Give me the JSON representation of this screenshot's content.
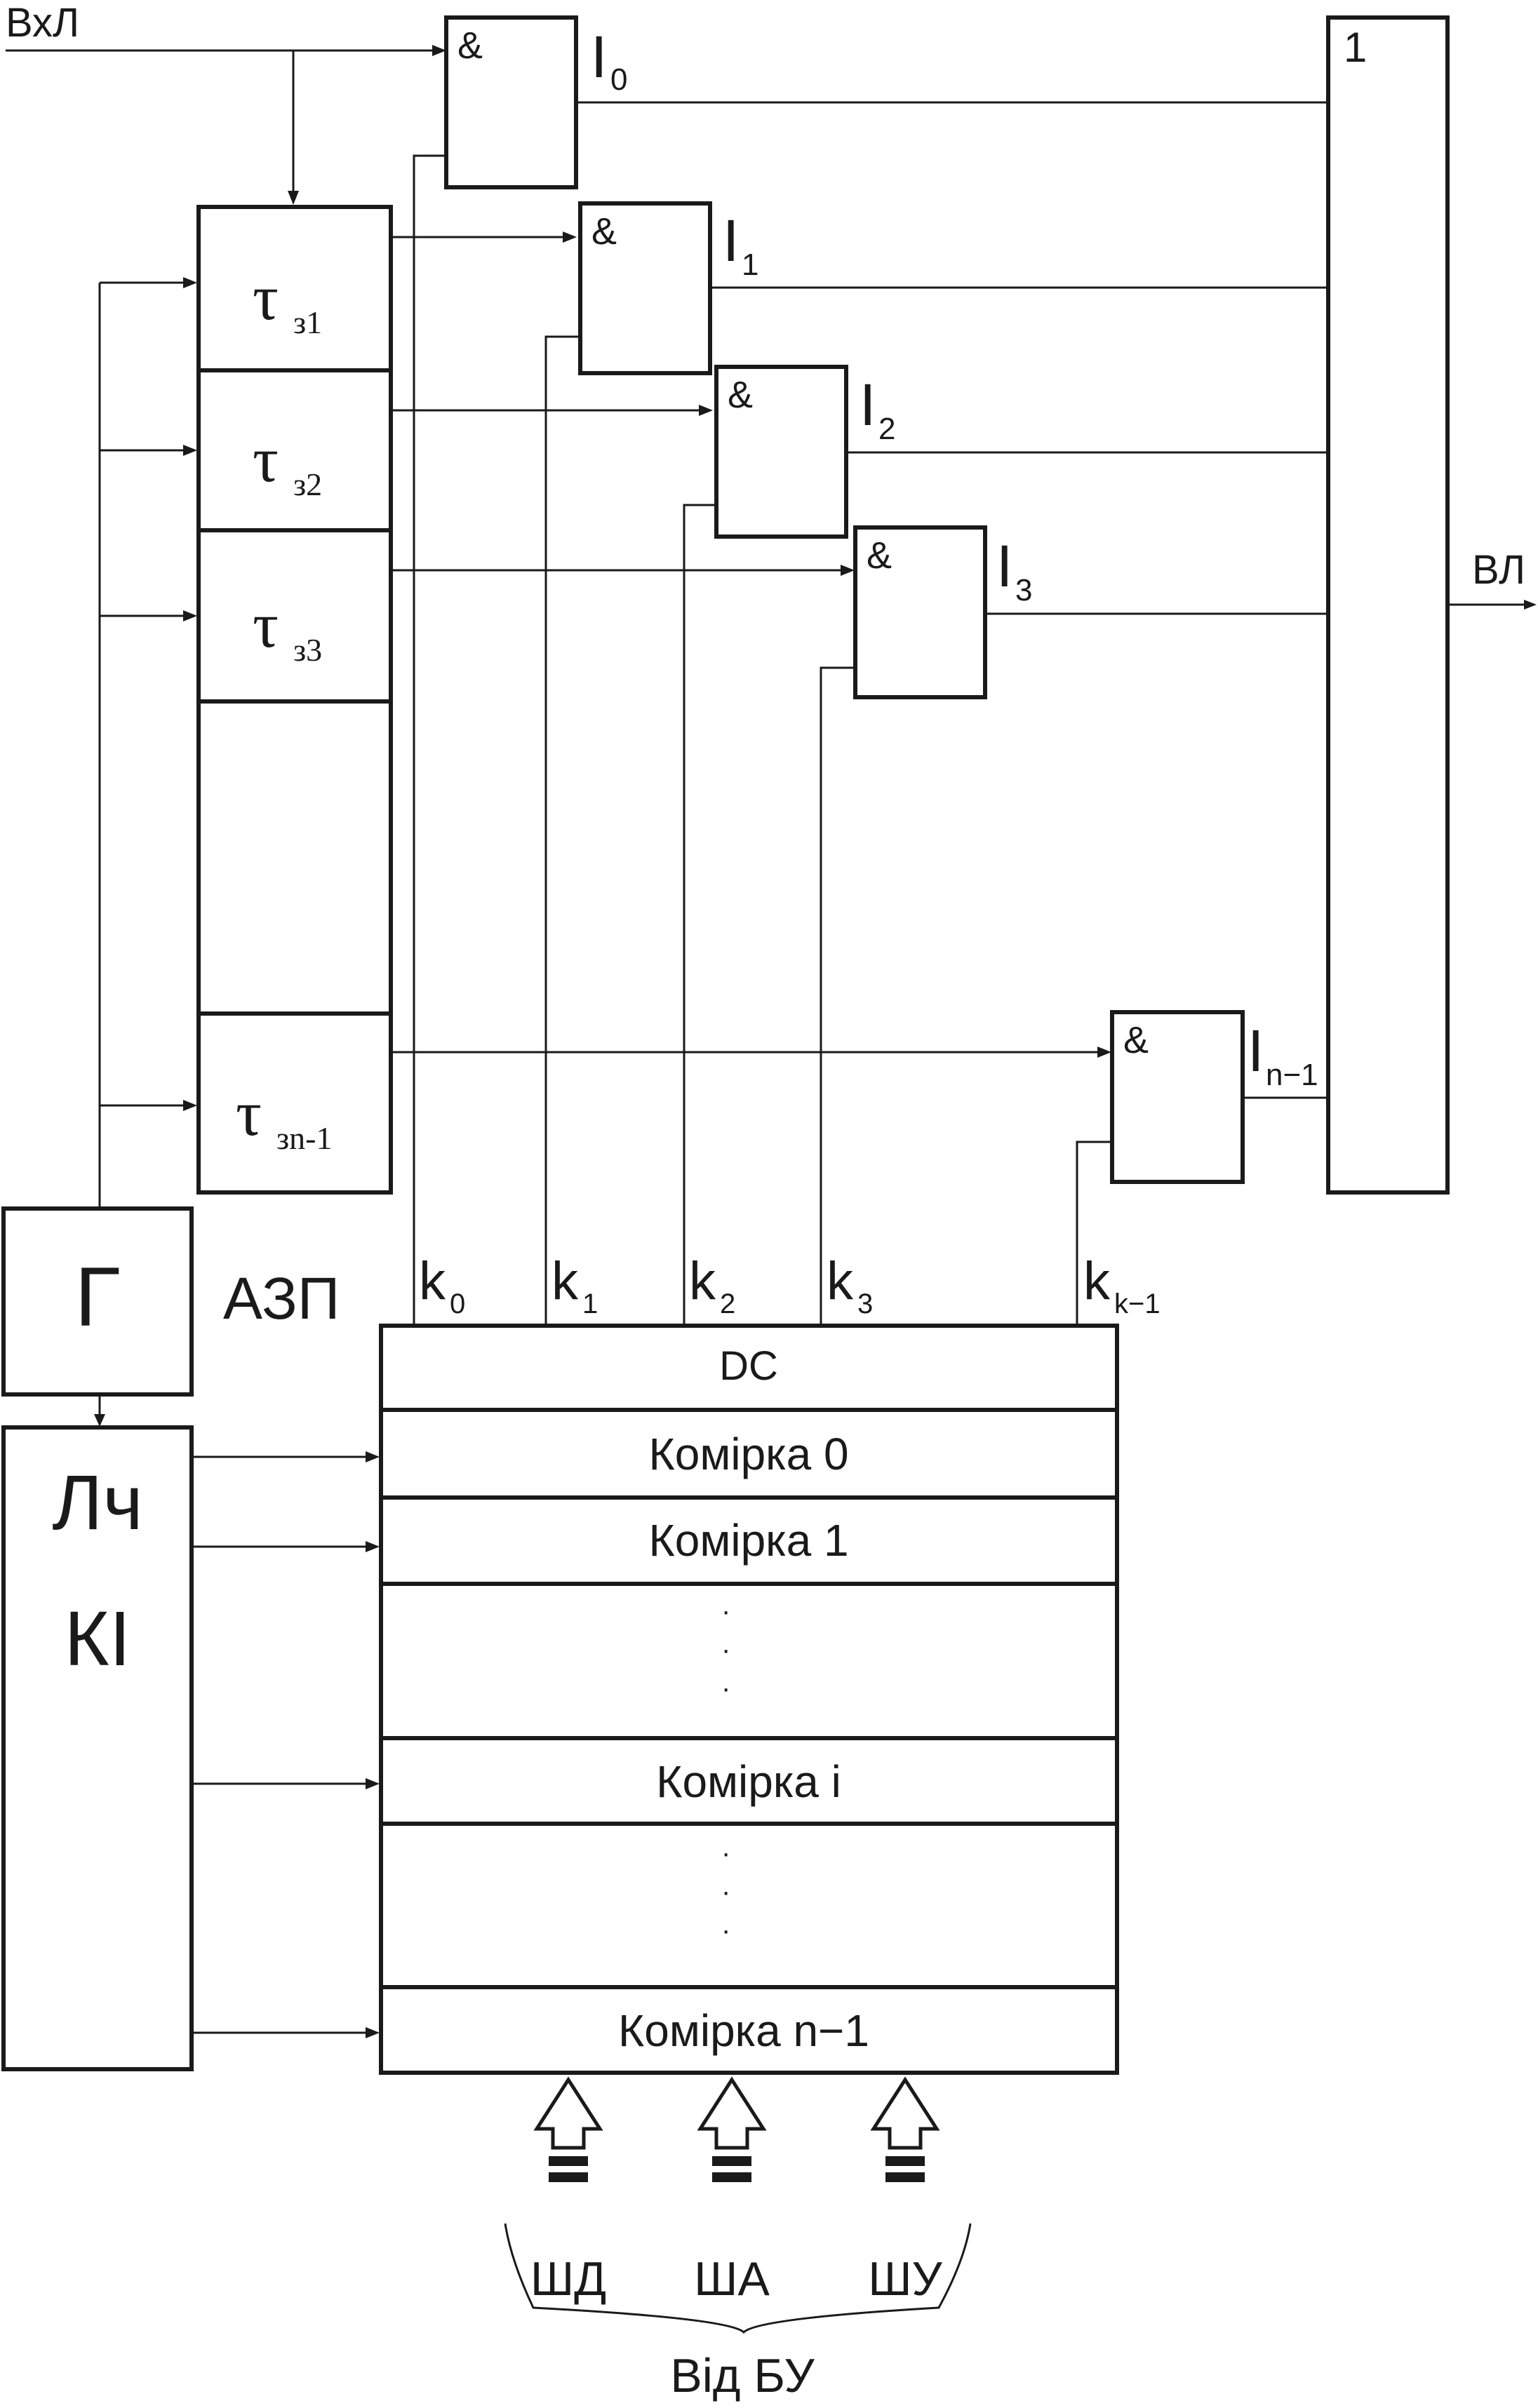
{
  "inputs": {
    "vkhl": "ВхЛ",
    "vl": "ВЛ"
  },
  "gates": [
    {
      "symbol": "&",
      "out": "I",
      "sub": "0"
    },
    {
      "symbol": "&",
      "out": "I",
      "sub": "1"
    },
    {
      "symbol": "&",
      "out": "I",
      "sub": "2"
    },
    {
      "symbol": "&",
      "out": "I",
      "sub": "3"
    },
    {
      "symbol": "&",
      "out": "I",
      "sub": "n−1"
    }
  ],
  "or_gate": {
    "symbol": "1"
  },
  "delays": [
    {
      "tau": "τ",
      "sub": "з1"
    },
    {
      "tau": "τ",
      "sub": "з2"
    },
    {
      "tau": "τ",
      "sub": "з3"
    },
    {
      "tau": "τ",
      "sub": "зn-1"
    }
  ],
  "generator": {
    "label": "Г"
  },
  "counter": {
    "line1": "Лч",
    "line2": "КІ"
  },
  "azp_label": "АЗП",
  "k_labels": [
    {
      "k": "k",
      "sub": "0"
    },
    {
      "k": "k",
      "sub": "1"
    },
    {
      "k": "k",
      "sub": "2"
    },
    {
      "k": "k",
      "sub": "3"
    },
    {
      "k": "k",
      "sub": "k−1"
    }
  ],
  "memory": {
    "dc": "DC",
    "cells": [
      "Комірка 0",
      "Комірка 1",
      "Комірка i",
      "Комірка n−1"
    ],
    "dots": "·"
  },
  "buses": [
    "ШД",
    "ША",
    "ШУ"
  ],
  "from_bu": "Від БУ"
}
